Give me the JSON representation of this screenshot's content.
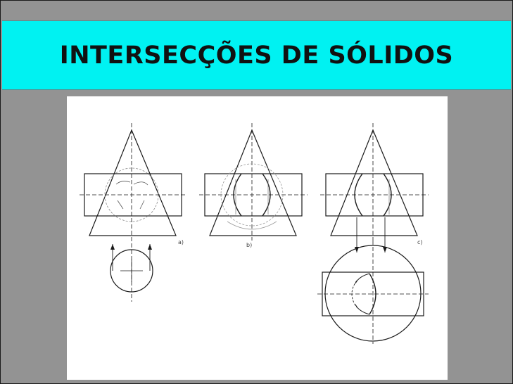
{
  "slide": {
    "title": "INTERSECÇÕES DE SÓLIDOS"
  },
  "figures": [
    {
      "id": "a",
      "label": "a)"
    },
    {
      "id": "b",
      "label": "b)"
    },
    {
      "id": "c",
      "label": "c)"
    }
  ],
  "colors": {
    "title_bar": "#00f2f2",
    "slide_background": "#939393",
    "drawing_background": "#ffffff",
    "line": "#1a1a1a"
  }
}
